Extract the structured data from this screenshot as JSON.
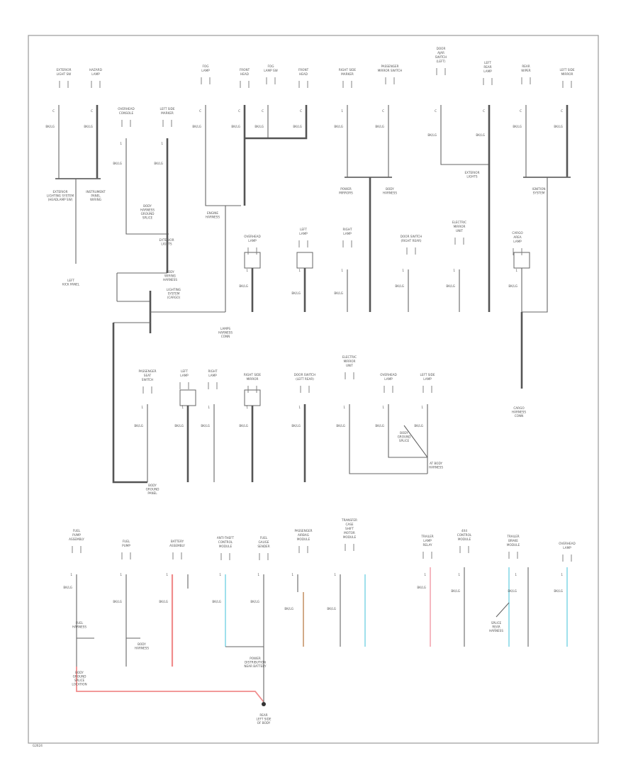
{
  "page_id": "G2624",
  "colors": {
    "wire": "#666666",
    "pink": "#f08c8c",
    "cyan": "#9fe0ec",
    "tan": "#d2aa88",
    "ground": "#333333"
  },
  "components": [
    {
      "id": "c1",
      "lines": [
        "EXTERIOR",
        "LIGHT SW"
      ],
      "pin": "C",
      "wire": "BK/LG"
    },
    {
      "id": "c2",
      "lines": [
        "HAZARD",
        "LAMP"
      ],
      "pin": "C",
      "wire": "BK/LG"
    },
    {
      "id": "c3",
      "lines": [
        "OVERHEAD",
        "CONSOLE"
      ],
      "pin": "1",
      "wire": "BK/LG"
    },
    {
      "id": "c4",
      "lines": [
        "LEFT SIDE",
        "MARKER"
      ],
      "pin": "1",
      "wire": "BK/LG"
    },
    {
      "id": "c5",
      "lines": [
        "FOG",
        "LAMP"
      ],
      "pin": "C",
      "wire": "BK/LG"
    },
    {
      "id": "c6",
      "lines": [
        "FRONT",
        "HEAD"
      ],
      "pin": "C",
      "wire": "BK/LG"
    },
    {
      "id": "c7",
      "lines": [
        "FOG",
        "LAMP SW"
      ],
      "pin": "C",
      "wire": "BK/LG"
    },
    {
      "id": "c8",
      "lines": [
        "FRONT",
        "HEAD"
      ],
      "pin": "C",
      "wire": "BK/LG"
    },
    {
      "id": "c9",
      "lines": [
        "RIGHT SIDE",
        "MARKER"
      ],
      "pin": "1",
      "wire": "BK/LG"
    },
    {
      "id": "c10",
      "lines": [
        "PASSENGER",
        "MIRROR SWITCH"
      ],
      "pin": "C",
      "wire": "BK/LG"
    },
    {
      "id": "c11",
      "lines": [
        "DOOR",
        "AJAR",
        "SWITCH",
        "(LEFT)"
      ],
      "pin": "C",
      "wire": "BK/LG"
    },
    {
      "id": "c12",
      "lines": [
        "LEFT",
        "REAR",
        "LAMP"
      ],
      "pin": "C",
      "wire": "BK/LG"
    },
    {
      "id": "c13",
      "lines": [
        "REAR",
        "WIPER"
      ],
      "pin": "C",
      "wire": "BK/LG"
    },
    {
      "id": "c14",
      "lines": [
        "LEFT SIDE",
        "MIRROR"
      ],
      "pin": "C",
      "wire": "BK/LG"
    },
    {
      "id": "c15",
      "lines": [
        "OVERHEAD",
        "LAMP"
      ],
      "pin": "1",
      "wire": "BK/LG"
    },
    {
      "id": "c16",
      "lines": [
        "LEFT",
        "LAMP"
      ],
      "pin": "1",
      "wire": "BK/LG"
    },
    {
      "id": "c17",
      "lines": [
        "RIGHT",
        "LAMP"
      ],
      "pin": "1",
      "wire": "BK/LG"
    },
    {
      "id": "c18",
      "lines": [
        "DOOR SWITCH",
        "(RIGHT REAR)"
      ],
      "pin": "1",
      "wire": "BK/LG"
    },
    {
      "id": "c19",
      "lines": [
        "ELECTRIC",
        "MIRROR",
        "UNIT"
      ],
      "pin": "1",
      "wire": "BK/LG"
    },
    {
      "id": "c20",
      "lines": [
        "CARGO",
        "AREA",
        "LAMP"
      ],
      "pin": "1",
      "wire": "BK/LG"
    },
    {
      "id": "c21",
      "lines": [
        "PASSENGER",
        "SEAT",
        "SWITCH"
      ],
      "pin": "1",
      "wire": "BK/LG"
    },
    {
      "id": "c22",
      "lines": [
        "LEFT",
        "LAMP"
      ],
      "pin": "1",
      "wire": "BK/LG"
    },
    {
      "id": "c23",
      "lines": [
        "RIGHT",
        "LAMP"
      ],
      "pin": "1",
      "wire": "BK/LG"
    },
    {
      "id": "c24",
      "lines": [
        "RIGHT SIDE",
        "MIRROR"
      ],
      "pin": "1",
      "wire": "BK/LG"
    },
    {
      "id": "c25",
      "lines": [
        "DOOR SWITCH",
        "(LEFT REAR)"
      ],
      "pin": "1",
      "wire": "BK/LG"
    },
    {
      "id": "c26",
      "lines": [
        "ELECTRIC",
        "MIRROR",
        "UNIT"
      ],
      "pin": "1",
      "wire": "BK/LG"
    },
    {
      "id": "c27",
      "lines": [
        "OVERHEAD",
        "LAMP"
      ],
      "pin": "1",
      "wire": "BK/LG"
    },
    {
      "id": "c28",
      "lines": [
        "LEFT SIDE",
        "LAMP"
      ],
      "pin": "1",
      "wire": "BK/LG"
    },
    {
      "id": "c29",
      "lines": [
        "FUEL",
        "PUMP",
        "ASSEMBLY"
      ],
      "pin": "1",
      "wire": "BK/LG"
    },
    {
      "id": "c30",
      "lines": [
        "FUEL",
        "PUMP"
      ],
      "pin": "1",
      "wire": "BK/LG"
    },
    {
      "id": "c31",
      "lines": [
        "BATTERY",
        "ASSEMBLY"
      ],
      "pin": "1",
      "wire": "BK/LG"
    },
    {
      "id": "c32",
      "lines": [
        "ANTI-THEFT",
        "CONTROL",
        "MODULE"
      ],
      "pin": "1",
      "wire": "BK/LG"
    },
    {
      "id": "c33",
      "lines": [
        "FUEL",
        "GAUGE",
        "SENDER"
      ],
      "pin": "1",
      "wire": "BK/LG"
    },
    {
      "id": "c34",
      "lines": [
        "PASSENGER",
        "AIRBAG",
        "MODULE"
      ],
      "pin": "1",
      "wire": "BK/LG"
    },
    {
      "id": "c35",
      "lines": [
        "TRANSFER",
        "CASE",
        "SHIFT",
        "MOTOR",
        "MODULE"
      ],
      "pin": "1",
      "wire": "BK/LG"
    },
    {
      "id": "c36",
      "lines": [
        "TRAILER",
        "LAMP",
        "RELAY"
      ],
      "pin": "1",
      "wire": "BK/LG"
    },
    {
      "id": "c37",
      "lines": [
        "4X4",
        "CONTROL",
        "MODULE"
      ],
      "pin": "1",
      "wire": "BK/LG"
    },
    {
      "id": "c38",
      "lines": [
        "TRAILER",
        "BRAKE",
        "MODULE"
      ],
      "pin": "1",
      "wire": "BK/LG"
    },
    {
      "id": "c39",
      "lines": [
        "OVERHEAD",
        "LAMP"
      ],
      "pin": "1",
      "wire": "BK/LG"
    }
  ],
  "notes": [
    {
      "id": "n1",
      "lines": [
        "EXTERIOR",
        "LIGHTING SYSTEM",
        "(HEADLAMP SW)"
      ]
    },
    {
      "id": "n2",
      "lines": [
        "INSTRUMENT",
        "PANEL",
        "WIRING"
      ]
    },
    {
      "id": "n3",
      "lines": [
        "BODY",
        "HARNESS",
        "GROUND",
        "SPLICE"
      ]
    },
    {
      "id": "n4",
      "lines": [
        "EXTERIOR",
        "LIGHTS"
      ]
    },
    {
      "id": "n5",
      "lines": [
        "BODY",
        "WIRING",
        "HARNESS"
      ]
    },
    {
      "id": "n6",
      "lines": [
        "LEFT",
        "KICK PANEL"
      ]
    },
    {
      "id": "n7",
      "lines": [
        "LIGHTING",
        "SYSTEM",
        "(CARGO)"
      ]
    },
    {
      "id": "n8",
      "lines": [
        "ENGINE",
        "HARNESS"
      ]
    },
    {
      "id": "n9",
      "lines": [
        "LAMPS",
        "HARNESS",
        "CONN"
      ]
    },
    {
      "id": "n10",
      "lines": [
        "POWER",
        "MIRRORS"
      ]
    },
    {
      "id": "n11",
      "lines": [
        "BODY",
        "HARNESS"
      ]
    },
    {
      "id": "n12",
      "lines": [
        "EXTERIOR",
        "LIGHTS"
      ]
    },
    {
      "id": "n13",
      "lines": [
        "IGNITION",
        "SYSTEM"
      ]
    },
    {
      "id": "n14",
      "lines": [
        "CARGO",
        "HARNESS",
        "CONN"
      ]
    },
    {
      "id": "n15",
      "lines": [
        "BODY",
        "GROUND",
        "SPLICE"
      ]
    },
    {
      "id": "n16",
      "lines": [
        "AT BODY",
        "HARNESS"
      ]
    },
    {
      "id": "n17",
      "lines": [
        "BODY",
        "GROUND",
        "PANEL"
      ]
    },
    {
      "id": "n18",
      "lines": [
        "FUEL",
        "HARNESS"
      ]
    },
    {
      "id": "n19",
      "lines": [
        "BODY",
        "GROUND",
        "SPLICE",
        "LOCATION"
      ]
    },
    {
      "id": "n20",
      "lines": [
        "BODY",
        "HARNESS"
      ]
    },
    {
      "id": "n21",
      "lines": [
        "POWER",
        "DISTRIBUTION",
        "NEAR BATTERY"
      ]
    },
    {
      "id": "n22",
      "lines": [
        "REAR",
        "LEFT SIDE",
        "OF BODY"
      ]
    },
    {
      "id": "n23",
      "lines": [
        "SPLICE",
        "REAR",
        "HARNESS"
      ]
    }
  ]
}
